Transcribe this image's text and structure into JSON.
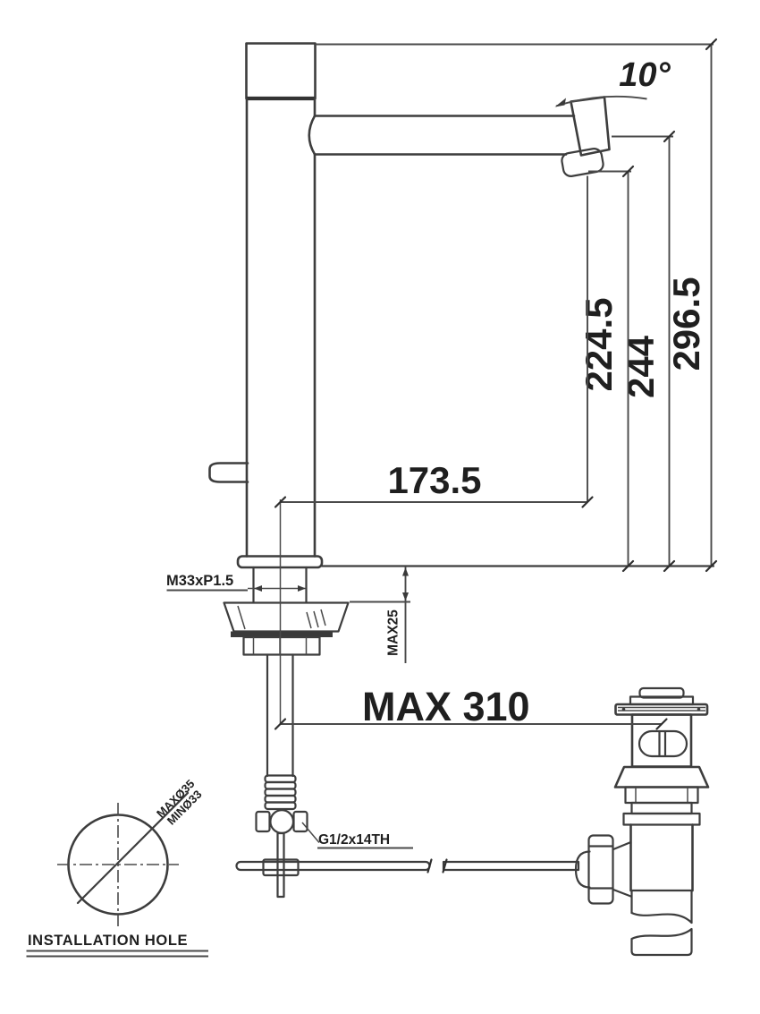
{
  "dimensions": {
    "spout_angle": "10°",
    "overall_height": "296.5",
    "outlet_height": "244",
    "aerator_height": "224.5",
    "spout_reach": "173.5",
    "shank_thread": "M33xP1.5",
    "max_deck_thickness": "MAX25",
    "max_hose_distance": "MAX 310",
    "supply_thread": "G1/2x14TH"
  },
  "installation_hole": {
    "max_diameter_label": "MAXØ35",
    "min_diameter_label": "MINØ33",
    "caption": "INSTALLATION HOLE"
  },
  "colors": {
    "line": "#3d3d3d",
    "text": "#1f1f1f",
    "background": "#ffffff"
  }
}
